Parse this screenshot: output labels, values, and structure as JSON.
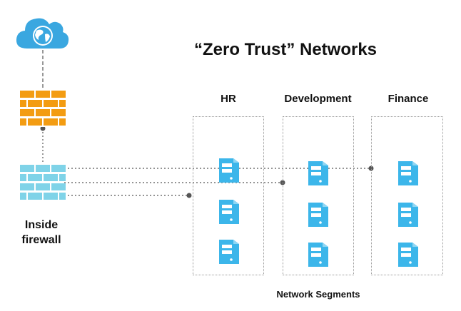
{
  "title": "“Zero Trust” Networks",
  "segments": [
    {
      "label": "HR"
    },
    {
      "label": "Development"
    },
    {
      "label": "Finance"
    }
  ],
  "footer_label": "Network Segments",
  "inside_firewall": {
    "line1": "Inside",
    "line2": "firewall"
  },
  "icons": {
    "cloud": "cloud-globe-icon",
    "outer_firewall": "brick-firewall-icon",
    "inner_firewall": "brick-firewall-icon",
    "server": "server-icon"
  },
  "colors": {
    "cloud": "#3aa7e0",
    "outer_firewall": "#f39c12",
    "inner_firewall": "#7fd3e8",
    "server": "#3cb6ea",
    "connector": "#555555"
  }
}
